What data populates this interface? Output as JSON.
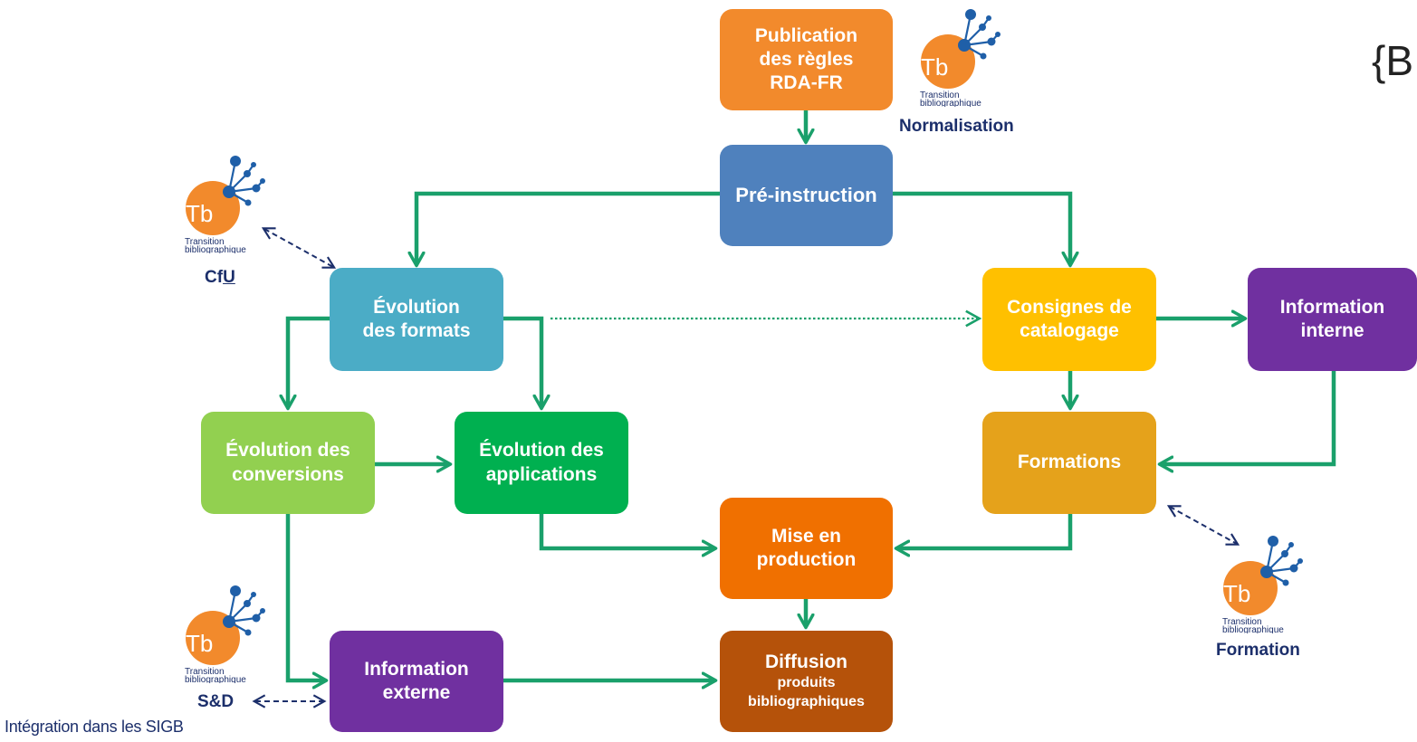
{
  "nodes": {
    "publication": {
      "l1": "Publication",
      "l2": "des règles",
      "l3": "RDA-FR"
    },
    "pre_instruction": {
      "l1": "Pré-instruction"
    },
    "evolution_formats": {
      "l1": "Évolution",
      "l2": "des formats"
    },
    "consignes": {
      "l1": "Consignes de",
      "l2": "catalogage"
    },
    "information_interne": {
      "l1": "Information",
      "l2": "interne"
    },
    "evolution_conversions": {
      "l1": "Évolution des",
      "l2": "conversions"
    },
    "evolution_applications": {
      "l1": "Évolution des",
      "l2": "applications"
    },
    "formations": {
      "l1": "Formations"
    },
    "mise_en_production": {
      "l1": "Mise en",
      "l2": "production"
    },
    "information_externe": {
      "l1": "Information",
      "l2": "externe"
    },
    "diffusion": {
      "l1": "Diffusion",
      "l2": "produits",
      "l3": "bibliographiques"
    }
  },
  "logo": {
    "initials": "Tb",
    "line1": "Transition",
    "line2": "bibliographique"
  },
  "captions": {
    "normalisation": "Normalisation",
    "cfu_prefix": "Cf",
    "cfu_underlined": "U",
    "sd": "S&D",
    "formation": "Formation"
  },
  "corner_text": "{Bı",
  "bottom_note": "Intégration dans les SIGB",
  "colors": {
    "arrow_green": "#1aa06b",
    "dashed_navy": "#1c2f6b",
    "publication": "#f28a2c",
    "pre_instruction": "#4f81bd",
    "evolution_formats": "#4bacc6",
    "consignes": "#ffc000",
    "information_interne": "#7030a0",
    "evolution_conversions": "#92d050",
    "evolution_applications": "#00b050",
    "formations": "#e5a21b",
    "mise_en_production": "#f07000",
    "information_externe": "#7030a0",
    "diffusion": "#b5520a",
    "logo_orange": "#f28a2c",
    "logo_blue": "#1f5fa8"
  }
}
